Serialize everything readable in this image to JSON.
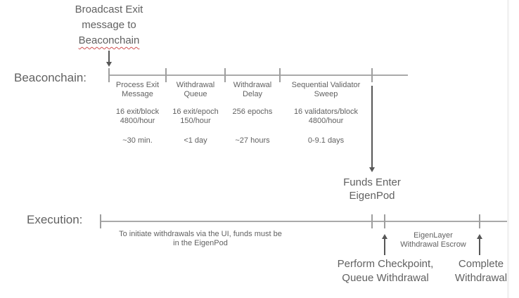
{
  "colors": {
    "text": "#616161",
    "timeline_line": "#a9a9a9",
    "arrow": "#575757",
    "spellcheck_underline": "#d05050"
  },
  "broadcast_note": {
    "line1": "Broadcast Exit",
    "line2": "message to",
    "line3": "Beaconchain"
  },
  "beaconchain": {
    "label": "Beaconchain:",
    "segments": [
      {
        "name": "Process Exit\nMessage",
        "rate": "16 exit/block\n4800/hour",
        "duration": "~30 min."
      },
      {
        "name": "Withdrawal\nQueue",
        "rate": "16 exit/epoch\n150/hour",
        "duration": "<1 day"
      },
      {
        "name": "Withdrawal\nDelay",
        "rate": "256 epochs",
        "duration": "~27 hours"
      },
      {
        "name": "Sequential Validator\nSweep",
        "rate": "16 validators/block\n4800/hour",
        "duration": "0-9.1 days"
      }
    ]
  },
  "funds_enter_label": "Funds Enter\nEigenPod",
  "execution": {
    "label": "Execution:",
    "ui_note": "To initiate withdrawals via the UI, funds must be\nin the EigenPod",
    "escrow_label": "EigenLayer\nWithdrawal Escrow",
    "checkpoint_label": "Perform Checkpoint,\nQueue Withdrawal",
    "complete_label": "Complete\nWithdrawal"
  }
}
